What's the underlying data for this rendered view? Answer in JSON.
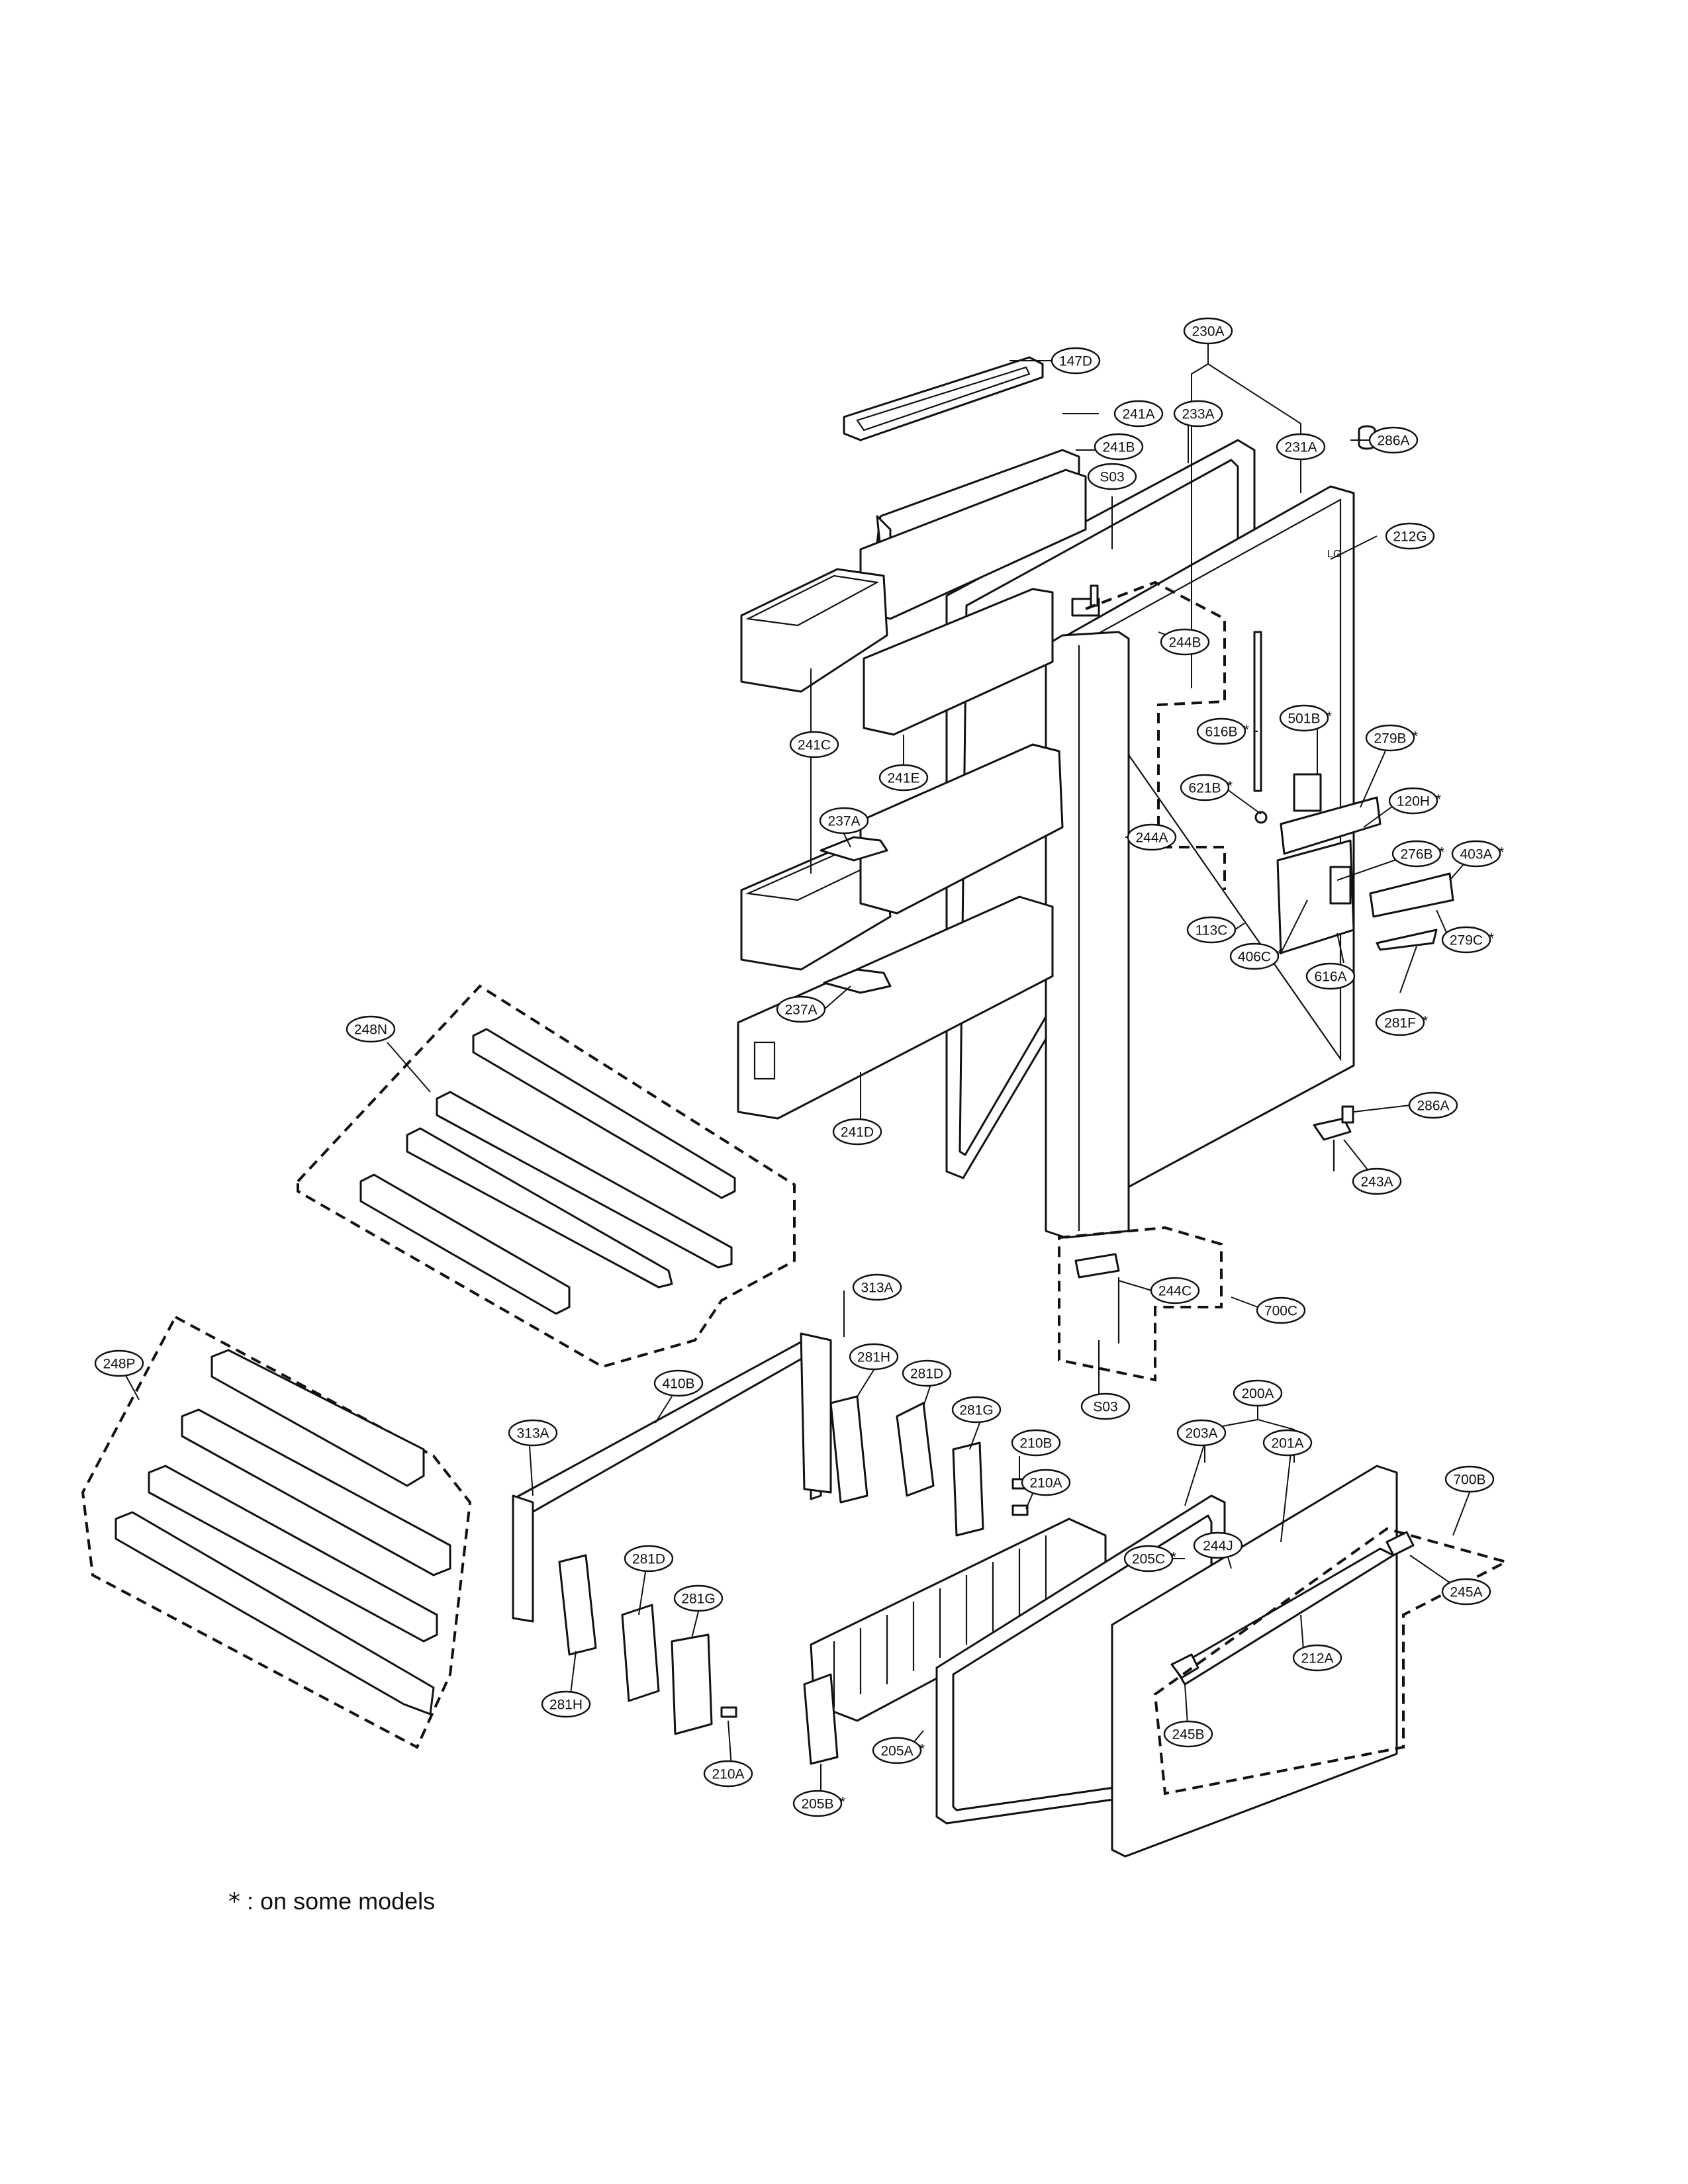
{
  "diagram": {
    "callouts": [
      {
        "id": "c147D",
        "label": "147D",
        "star": false
      },
      {
        "id": "c230A",
        "label": "230A",
        "star": false
      },
      {
        "id": "c241A",
        "label": "241A",
        "star": false
      },
      {
        "id": "c233A",
        "label": "233A",
        "star": false
      },
      {
        "id": "c231A",
        "label": "231A",
        "star": false
      },
      {
        "id": "c286A_top",
        "label": "286A",
        "star": false
      },
      {
        "id": "c241B",
        "label": "241B",
        "star": false
      },
      {
        "id": "cS03_top",
        "label": "S03",
        "star": false
      },
      {
        "id": "c212G",
        "label": "212G",
        "star": false
      },
      {
        "id": "c244B",
        "label": "244B",
        "star": false
      },
      {
        "id": "c616B",
        "label": "616B",
        "star": true
      },
      {
        "id": "c501B",
        "label": "501B",
        "star": true
      },
      {
        "id": "c279B",
        "label": "279B",
        "star": true
      },
      {
        "id": "c241C",
        "label": "241C",
        "star": false
      },
      {
        "id": "c241E",
        "label": "241E",
        "star": false
      },
      {
        "id": "c621B",
        "label": "621B",
        "star": true
      },
      {
        "id": "c120H",
        "label": "120H",
        "star": true
      },
      {
        "id": "c237A_1",
        "label": "237A",
        "star": false
      },
      {
        "id": "c244A",
        "label": "244A",
        "star": false
      },
      {
        "id": "c276B",
        "label": "276B",
        "star": true
      },
      {
        "id": "c403A",
        "label": "403A",
        "star": true
      },
      {
        "id": "c113C",
        "label": "113C",
        "star": false
      },
      {
        "id": "c406C",
        "label": "406C",
        "star": true
      },
      {
        "id": "c279C",
        "label": "279C",
        "star": true
      },
      {
        "id": "c616A",
        "label": "616A",
        "star": false
      },
      {
        "id": "c237A_2",
        "label": "237A",
        "star": false
      },
      {
        "id": "c281F",
        "label": "281F",
        "star": true
      },
      {
        "id": "c248N",
        "label": "248N",
        "star": false
      },
      {
        "id": "c286A_bot",
        "label": "286A",
        "star": false
      },
      {
        "id": "c241D",
        "label": "241D",
        "star": false
      },
      {
        "id": "c243A",
        "label": "243A",
        "star": false
      },
      {
        "id": "c244C",
        "label": "244C",
        "star": false
      },
      {
        "id": "c700C",
        "label": "700C",
        "star": false
      },
      {
        "id": "c313A_top",
        "label": "313A",
        "star": false
      },
      {
        "id": "c248P",
        "label": "248P",
        "star": false
      },
      {
        "id": "c281H_top",
        "label": "281H",
        "star": false
      },
      {
        "id": "c281D_top",
        "label": "281D",
        "star": false
      },
      {
        "id": "c410B",
        "label": "410B",
        "star": false
      },
      {
        "id": "cS03_bot",
        "label": "S03",
        "star": false
      },
      {
        "id": "c200A",
        "label": "200A",
        "star": false
      },
      {
        "id": "c281G_top",
        "label": "281G",
        "star": false
      },
      {
        "id": "c203A",
        "label": "203A",
        "star": false
      },
      {
        "id": "c210B",
        "label": "210B",
        "star": false
      },
      {
        "id": "c313A_bot",
        "label": "313A",
        "star": false
      },
      {
        "id": "c201A",
        "label": "201A",
        "star": false
      },
      {
        "id": "c210A_top",
        "label": "210A",
        "star": false
      },
      {
        "id": "c700B",
        "label": "700B",
        "star": false
      },
      {
        "id": "c205C",
        "label": "205C",
        "star": true
      },
      {
        "id": "c244J",
        "label": "244J",
        "star": false
      },
      {
        "id": "c281D_bot",
        "label": "281D",
        "star": false
      },
      {
        "id": "c245A",
        "label": "245A",
        "star": false
      },
      {
        "id": "c281G_bot",
        "label": "281G",
        "star": false
      },
      {
        "id": "c212A",
        "label": "212A",
        "star": false
      },
      {
        "id": "c281H_bot",
        "label": "281H",
        "star": false
      },
      {
        "id": "c245B",
        "label": "245B",
        "star": false
      },
      {
        "id": "c205A",
        "label": "205A",
        "star": true
      },
      {
        "id": "c210A_bot",
        "label": "210A",
        "star": false
      },
      {
        "id": "c205B",
        "label": "205B",
        "star": true
      }
    ],
    "door_logo": "LG"
  },
  "footnote": {
    "symbol": "*",
    "text": ": on some models"
  }
}
